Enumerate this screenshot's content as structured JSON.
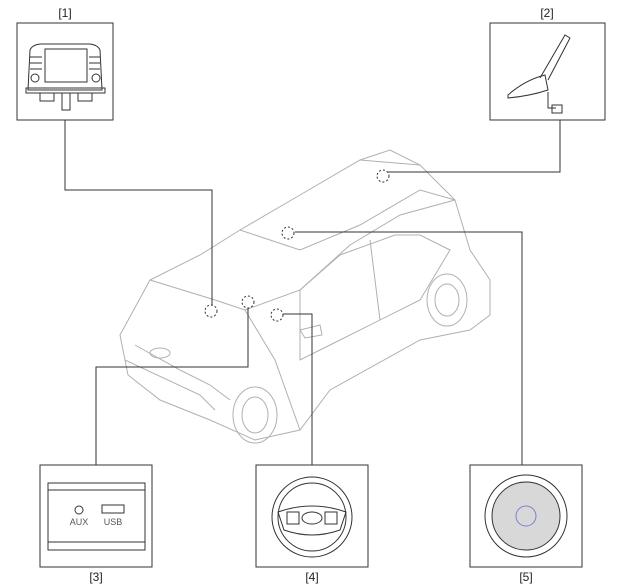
{
  "callouts": [
    {
      "label": "[1]",
      "component": "head-unit"
    },
    {
      "label": "[2]",
      "component": "roof-antenna"
    },
    {
      "label": "[3]",
      "component": "aux-usb-jack"
    },
    {
      "label": "[4]",
      "component": "steering-remote-control"
    },
    {
      "label": "[5]",
      "component": "speaker"
    }
  ],
  "jack_labels": {
    "aux": "AUX",
    "usb": "USB"
  },
  "colors": {
    "line": "#333333",
    "car": "#b0b0b0",
    "speaker_logo": "#7a7fd6"
  }
}
